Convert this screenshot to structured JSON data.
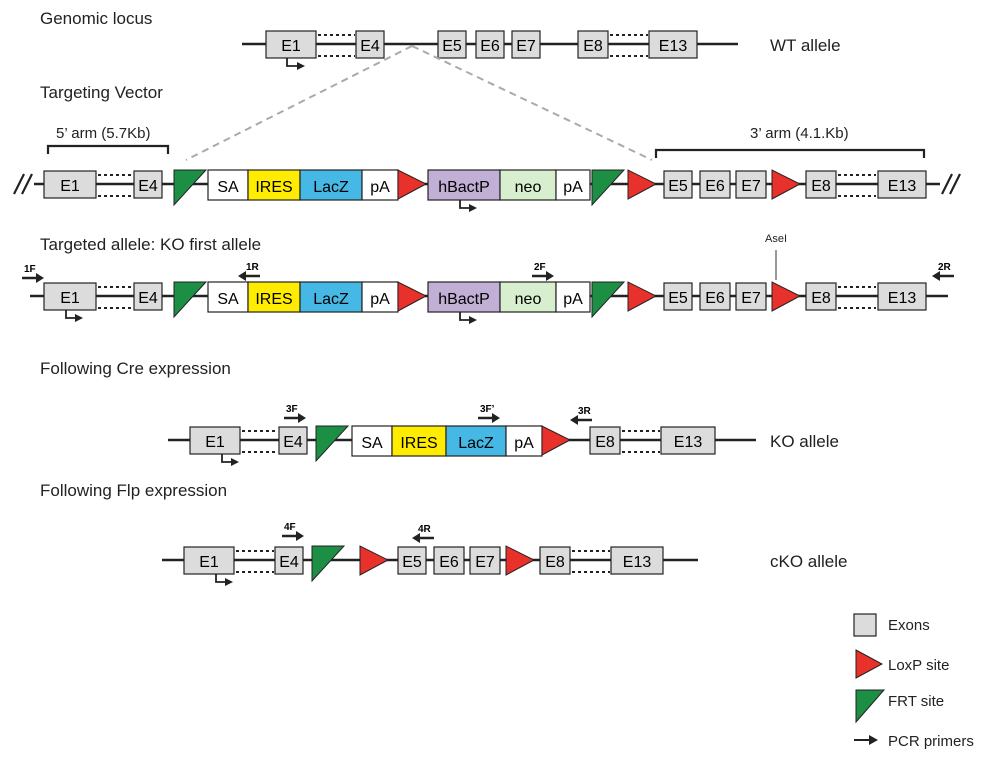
{
  "headings": {
    "genomic": "Genomic locus",
    "vector": "Targeting Vector",
    "targeted": "Targeted allele: KO first allele",
    "cre": "Following Cre expression",
    "flp": "Following Flp expression"
  },
  "allele_labels": {
    "wt": "WT allele",
    "ko": "KO allele",
    "cko": "cKO allele"
  },
  "arms": {
    "five": "5’ arm (5.7Kb)",
    "three": "3’ arm (4.1.Kb)"
  },
  "site_label": "AseI",
  "exons": {
    "e1": "E1",
    "e4": "E4",
    "e5": "E5",
    "e6": "E6",
    "e7": "E7",
    "e8": "E8",
    "e13": "E13"
  },
  "cassette": {
    "sa": "SA",
    "ires": "IRES",
    "lacz": "LacZ",
    "pa": "pA",
    "hbactp": "hBactP",
    "neo": "neo"
  },
  "primers": {
    "p1f": "1F",
    "p1r": "1R",
    "p2f": "2F",
    "p2r": "2R",
    "p3f": "3F",
    "p3fp": "3F’",
    "p3r": "3R",
    "p4f": "4F",
    "p4r": "4R"
  },
  "legend": {
    "exons": "Exons",
    "loxp": "LoxP site",
    "frt": "FRT site",
    "pcr": "PCR primers"
  },
  "colors": {
    "exon": "#dcdcdc",
    "loxp": "#e8312a",
    "frt": "#1d8f45",
    "ires": "#ffec00",
    "lacz": "#46b8e6",
    "hbactp": "#c2afd6",
    "neo": "#d8efcf"
  }
}
